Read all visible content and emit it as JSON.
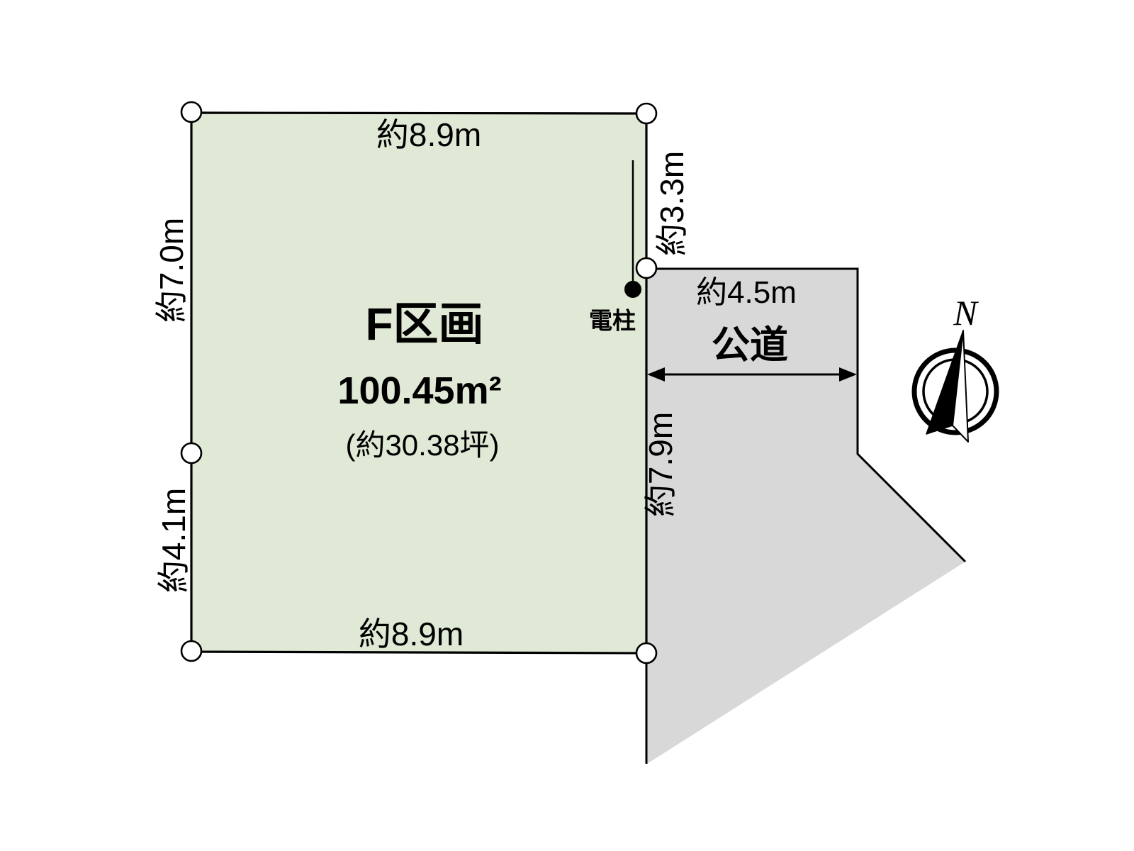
{
  "diagram": {
    "plot": {
      "name": "F区画",
      "area": "100.45m²",
      "area_tsubo": "(約30.38坪)",
      "fill_color": "#dfe9d5",
      "dims": {
        "top": "約8.9m",
        "bottom": "約8.9m",
        "left_upper": "約7.0m",
        "left_lower": "約4.1m",
        "right_upper": "約3.3m",
        "right_lower": "約7.9m"
      }
    },
    "road": {
      "name": "公道",
      "width": "約4.5m",
      "fill_color": "#d8d8d8"
    },
    "utility_pole": {
      "label": "電柱"
    },
    "compass": {
      "north_label": "N"
    },
    "line_color": "#000000"
  }
}
